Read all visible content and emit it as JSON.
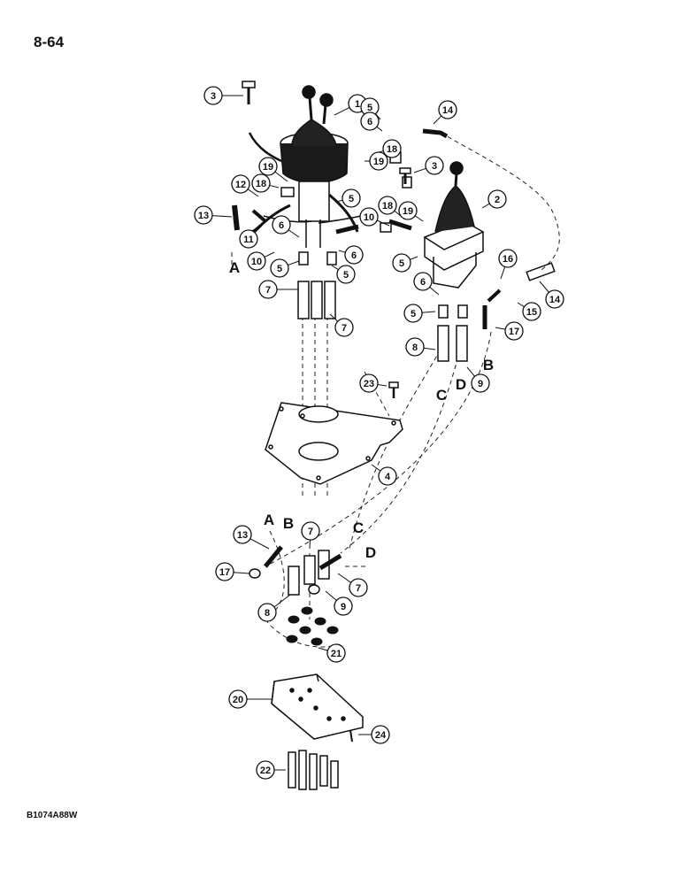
{
  "page_number": "8-64",
  "figure_id": "B1074A88W",
  "callouts": [
    {
      "id": "c3a",
      "label": "3"
    },
    {
      "id": "c1",
      "label": "1"
    },
    {
      "id": "c5a",
      "label": "5"
    },
    {
      "id": "c14a",
      "label": "14"
    },
    {
      "id": "c6a",
      "label": "6"
    },
    {
      "id": "c18a",
      "label": "18"
    },
    {
      "id": "c19a",
      "label": "19"
    },
    {
      "id": "c3b",
      "label": "3"
    },
    {
      "id": "c2",
      "label": "2"
    },
    {
      "id": "c19b",
      "label": "19"
    },
    {
      "id": "c18b",
      "label": "18"
    },
    {
      "id": "c12",
      "label": "12"
    },
    {
      "id": "c5b",
      "label": "5"
    },
    {
      "id": "c10a",
      "label": "10"
    },
    {
      "id": "c18c",
      "label": "18"
    },
    {
      "id": "c19c",
      "label": "19"
    },
    {
      "id": "c13a",
      "label": "13"
    },
    {
      "id": "c11",
      "label": "11"
    },
    {
      "id": "c6b",
      "label": "6"
    },
    {
      "id": "c6c",
      "label": "6"
    },
    {
      "id": "c10b",
      "label": "10"
    },
    {
      "id": "c5c",
      "label": "5"
    },
    {
      "id": "c5d",
      "label": "5"
    },
    {
      "id": "c5e",
      "label": "5"
    },
    {
      "id": "c16",
      "label": "16"
    },
    {
      "id": "c14b",
      "label": "14"
    },
    {
      "id": "c6d",
      "label": "6"
    },
    {
      "id": "c7a",
      "label": "7"
    },
    {
      "id": "c7b",
      "label": "7"
    },
    {
      "id": "c5f",
      "label": "5"
    },
    {
      "id": "c15",
      "label": "15"
    },
    {
      "id": "c17a",
      "label": "17"
    },
    {
      "id": "c8a",
      "label": "8"
    },
    {
      "id": "c9a",
      "label": "9"
    },
    {
      "id": "c23",
      "label": "23"
    },
    {
      "id": "c4",
      "label": "4"
    },
    {
      "id": "c13b",
      "label": "13"
    },
    {
      "id": "c7c",
      "label": "7"
    },
    {
      "id": "c17b",
      "label": "17"
    },
    {
      "id": "c7d",
      "label": "7"
    },
    {
      "id": "c9b",
      "label": "9"
    },
    {
      "id": "c8b",
      "label": "8"
    },
    {
      "id": "c21",
      "label": "21"
    },
    {
      "id": "c20",
      "label": "20"
    },
    {
      "id": "c24",
      "label": "24"
    },
    {
      "id": "c22",
      "label": "22"
    }
  ],
  "port_labels": [
    {
      "id": "pA1",
      "label": "A"
    },
    {
      "id": "pB1",
      "label": "B"
    },
    {
      "id": "pC1",
      "label": "C"
    },
    {
      "id": "pD1",
      "label": "D"
    },
    {
      "id": "pA2",
      "label": "A"
    },
    {
      "id": "pB2",
      "label": "B"
    },
    {
      "id": "pC2",
      "label": "C"
    },
    {
      "id": "pD2",
      "label": "D"
    }
  ]
}
